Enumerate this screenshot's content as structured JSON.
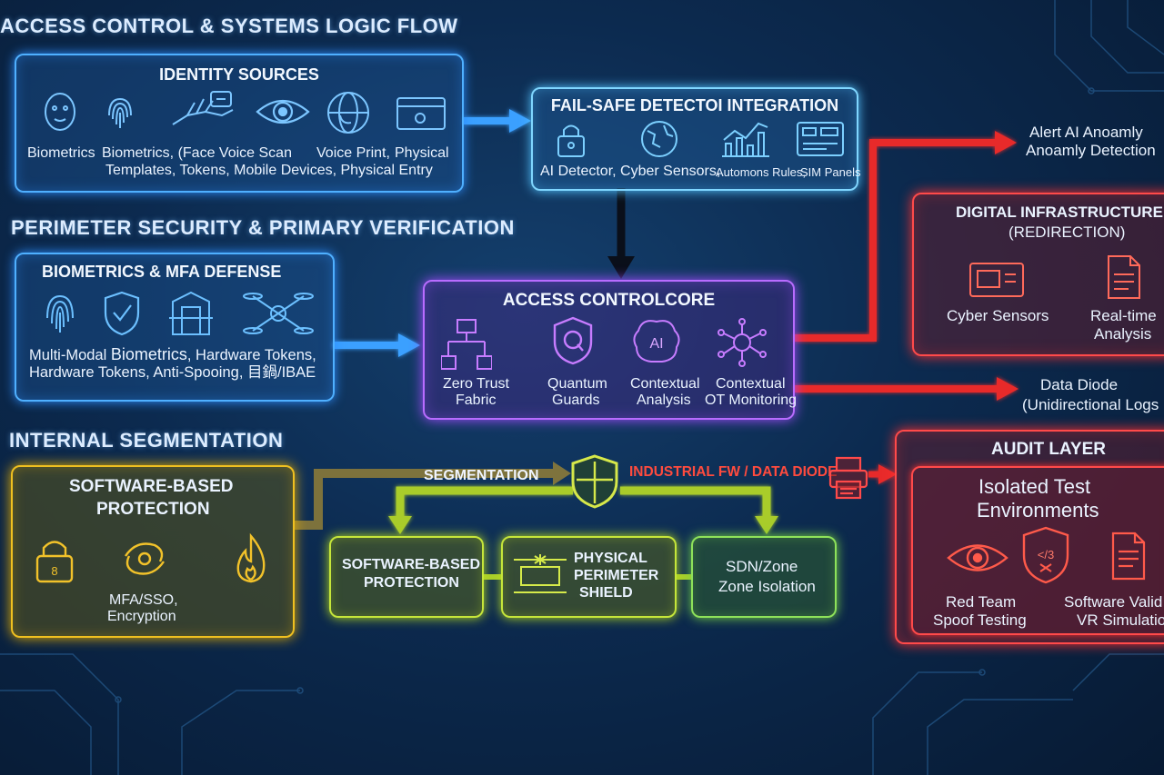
{
  "title": "ACCESS CONTROL & SYSTEMS LOGIC FLOW",
  "identity": {
    "title": "IDENTITY SOURCES",
    "labels": [
      "Biometrics",
      "Biometrics, (Face Voice Scan",
      "Voice Print,",
      "Physical"
    ],
    "line2": "Templates, Tokens, Mobile Devices, Physical Entry",
    "icons": [
      "face-icon",
      "fingerprint-icon",
      "hand-scan-icon",
      "eye-icon",
      "voice-globe-icon",
      "card-reader-icon"
    ]
  },
  "failsafe": {
    "title": "FAIL-SAFE  DETECTOI INTEGRATION",
    "caption_a": "AI Detector, Cyber Sensors,",
    "caption_b": "Automons Rules,",
    "caption_c": "SIM Panels",
    "icons": [
      "lock-icon",
      "globe-icon",
      "chart-icon",
      "control-panel-icon"
    ]
  },
  "alert": {
    "line1": "Alert AI Anoamly",
    "line2": "Anoamly Detection"
  },
  "perimeter_heading": "PERIMETER SECURITY & PRIMARY VERIFICATION",
  "mfa": {
    "title": "BIOMETRICS & MFA DEFENSE",
    "line1_a": "Multi-Modal ",
    "line1_b": "Biometrics",
    "line1_c": ", Hardware Tokens,",
    "line2": "Hardware Tokens, Anti-Spooing, 目鍋/IBAE",
    "icons": [
      "fingerprint-icon",
      "shield-check-icon",
      "door-icon",
      "drone-icon"
    ]
  },
  "core": {
    "title": "ACCESS CONTROLCORE",
    "items": [
      {
        "l1": "Zero Trust",
        "l2": "Fabric",
        "icon": "network-icon"
      },
      {
        "l1": "Quantum",
        "l2": "Guards",
        "icon": "quantum-shield-icon"
      },
      {
        "l1": "Contextual",
        "l2": "Analysis",
        "icon": "ai-brain-icon"
      },
      {
        "l1": "Contextual",
        "l2": "OT Monitoring",
        "icon": "hub-icon"
      }
    ]
  },
  "digital": {
    "title1": "DIGITAL INFRASTRUCTURE:",
    "title2": "(REDIRECTION)",
    "items": [
      {
        "l1": "Cyber Sensors",
        "l2": "",
        "icon": "monitor-icon"
      },
      {
        "l1": "Real-time",
        "l2": "Analysis",
        "icon": "document-icon"
      }
    ]
  },
  "diode": {
    "line1": "Data Diode",
    "line2": "(Unidirectional Logs"
  },
  "internal_heading": "INTERNAL SEGMENTATION",
  "software_main": {
    "title1": "SOFTWARE-BASED",
    "title2": "PROTECTION",
    "caption1": "MFA/SSO,",
    "caption2": "Encryption",
    "icons": [
      "padlock-icon",
      "swirl-icon",
      "flame-icon"
    ]
  },
  "flow": {
    "segmentation": "SEGMENTATION",
    "industrial": "INDUSTRIAL FW / DATA DIODE"
  },
  "sw_small": {
    "l1": "SOFTWARE-BASED",
    "l2": "PROTECTION"
  },
  "physical": {
    "l1": "PHYSICAL",
    "l2": "PERIMETER",
    "l3": "SHIELD"
  },
  "sdn": {
    "l1": "SDN/Zone",
    "l2": "Zone Isolation"
  },
  "audit": {
    "title": "AUDIT LAYER",
    "sub1": "Isolated Test",
    "sub2": "Environments",
    "items": [
      {
        "l1": "Red Team",
        "l2": "Spoof Testing"
      },
      {
        "l1": "Software Valid",
        "l2": "VR Simulatio"
      }
    ],
    "icons": [
      "eye-icon",
      "shield-code-icon",
      "document-icon",
      "printer-icon"
    ]
  },
  "colors": {
    "blue": "#4fb0ff",
    "purple": "#b86cff",
    "red": "#ff4a4a",
    "yellow": "#f0c020",
    "lime": "#c6e63a",
    "green": "#8ee25a"
  }
}
